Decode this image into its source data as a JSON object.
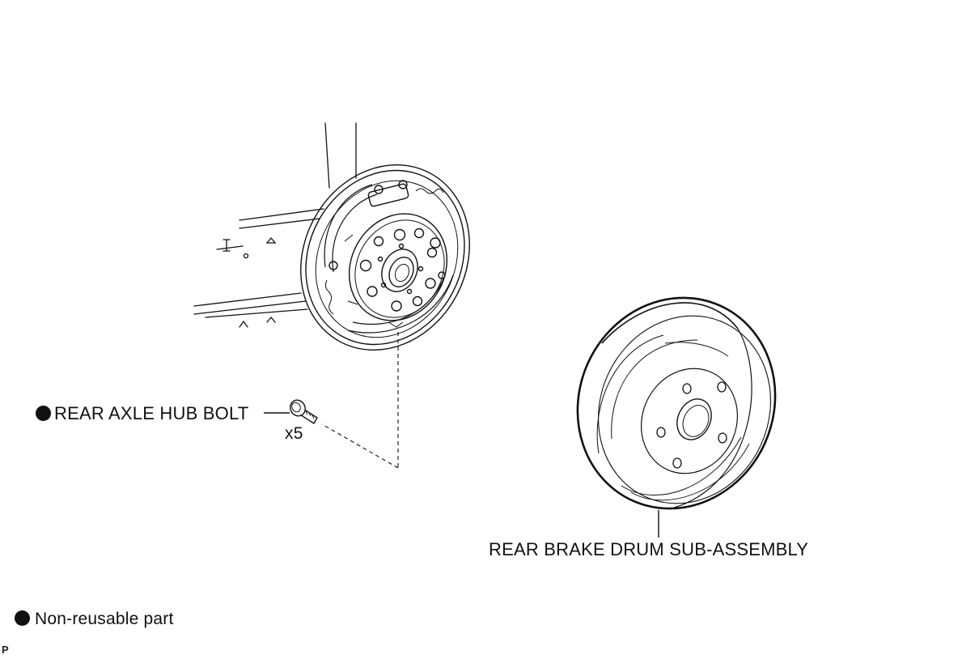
{
  "callouts": {
    "hub_bolt": "REAR AXLE HUB BOLT",
    "hub_bolt_qty": "x5",
    "brake_drum": "REAR BRAKE DRUM SUB-ASSEMBLY"
  },
  "legend": {
    "non_reusable": "Non-reusable part"
  },
  "ref_code": "P",
  "colors": {
    "line": "#111111",
    "background": "#ffffff"
  }
}
